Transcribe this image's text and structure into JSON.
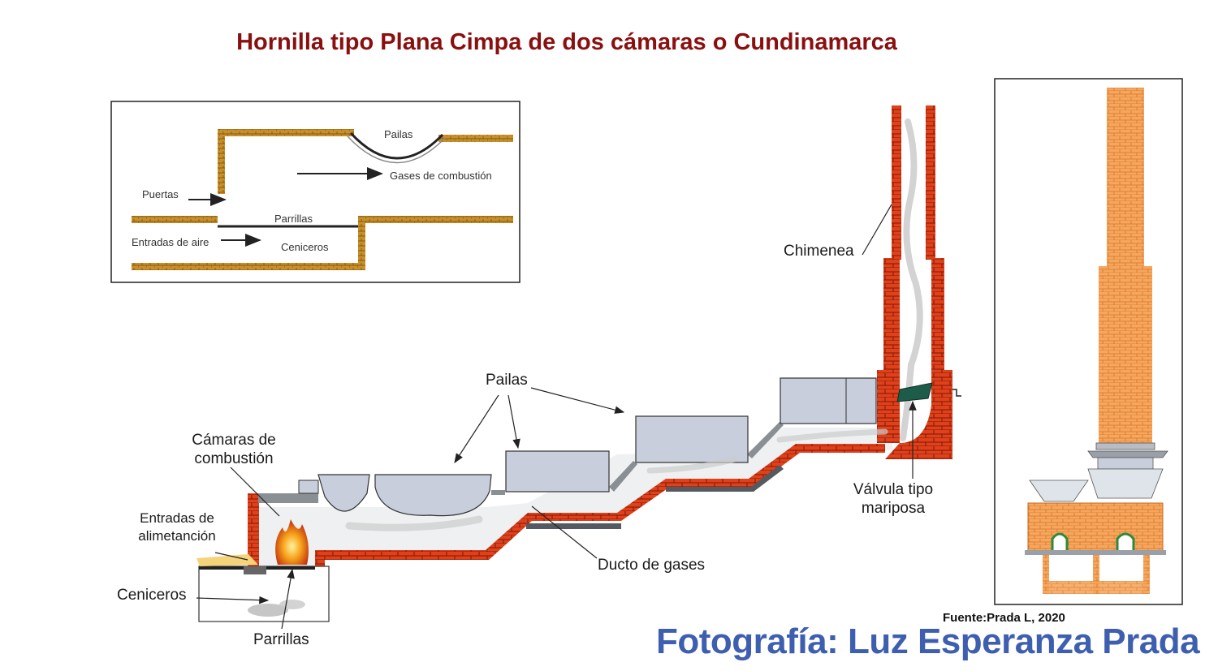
{
  "title": "Hornilla tipo Plana Cimpa de dos cámaras o Cundinamarca",
  "inset": {
    "pailas": "Pailas",
    "gases": "Gases de combustión",
    "puertas": "Puertas",
    "parrillas": "Parrillas",
    "entradas_aire": "Entradas  de aire",
    "ceniceros": "Ceniceros"
  },
  "main": {
    "camaras_line1": "Cámaras de",
    "camaras_line2": "combustión",
    "entradas_line1": "Entradas de",
    "entradas_line2": "alimetanción",
    "ceniceros": "Ceniceros",
    "parrillas": "Parrillas",
    "pailas": "Pailas",
    "ducto": "Ducto de gases",
    "chimenea": "Chimenea",
    "valvula_line1": "Válvula tipo",
    "valvula_line2": "mariposa"
  },
  "source": "Fuente:Prada L, 2020",
  "credit": "Fotografía: Luz Esperanza Prada",
  "colors": {
    "title": "#8a1010",
    "brick": "#e0401a",
    "brick_light": "#f3a35a",
    "inset_wall": "#c9902a",
    "pan": "#c8cedb",
    "credit": "#3e5fb0"
  }
}
